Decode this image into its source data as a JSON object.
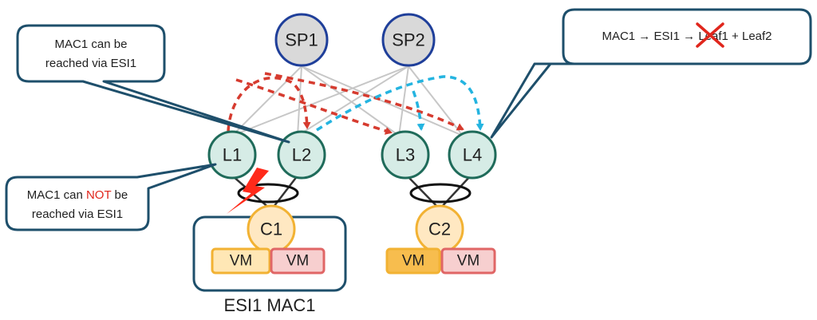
{
  "nodes": {
    "spine1": "SP1",
    "spine2": "SP2",
    "leaf1": "L1",
    "leaf2": "L2",
    "leaf3": "L3",
    "leaf4": "L4",
    "client1": "C1",
    "client2": "C2",
    "vm": "VM"
  },
  "callouts": {
    "top_left": {
      "line1": "MAC1 can be",
      "line2": "reached via ESI1"
    },
    "bottom_left": {
      "line1_prefix": "MAC1 can ",
      "line1_highlight": "NOT",
      "line1_suffix": " be",
      "line2": "reached via ESI1"
    },
    "top_right": {
      "part1": "MAC1 → ESI1 → ",
      "struck": "Leaf1",
      "part2": " + Leaf2"
    }
  },
  "footer": "ESI1 MAC1",
  "colors": {
    "spine_fill": "#d9d9d9",
    "spine_stroke": "#1f3f9a",
    "leaf_fill": "#d6ece6",
    "leaf_stroke": "#1f6b5a",
    "client_fill": "#ffe8c2",
    "client_stroke": "#f2b233",
    "vm_yellow_fill": "#ffe7b5",
    "vm_yellow_dark_fill": "#f7bd4e",
    "vm_red_fill": "#f7cfcf",
    "vm_red_stroke": "#e06666",
    "callout_stroke": "#1e4f6b",
    "red_arrow": "#d63b2f",
    "blue_arrow": "#24b4e0",
    "failure_bolt": "#ff2a1a"
  }
}
